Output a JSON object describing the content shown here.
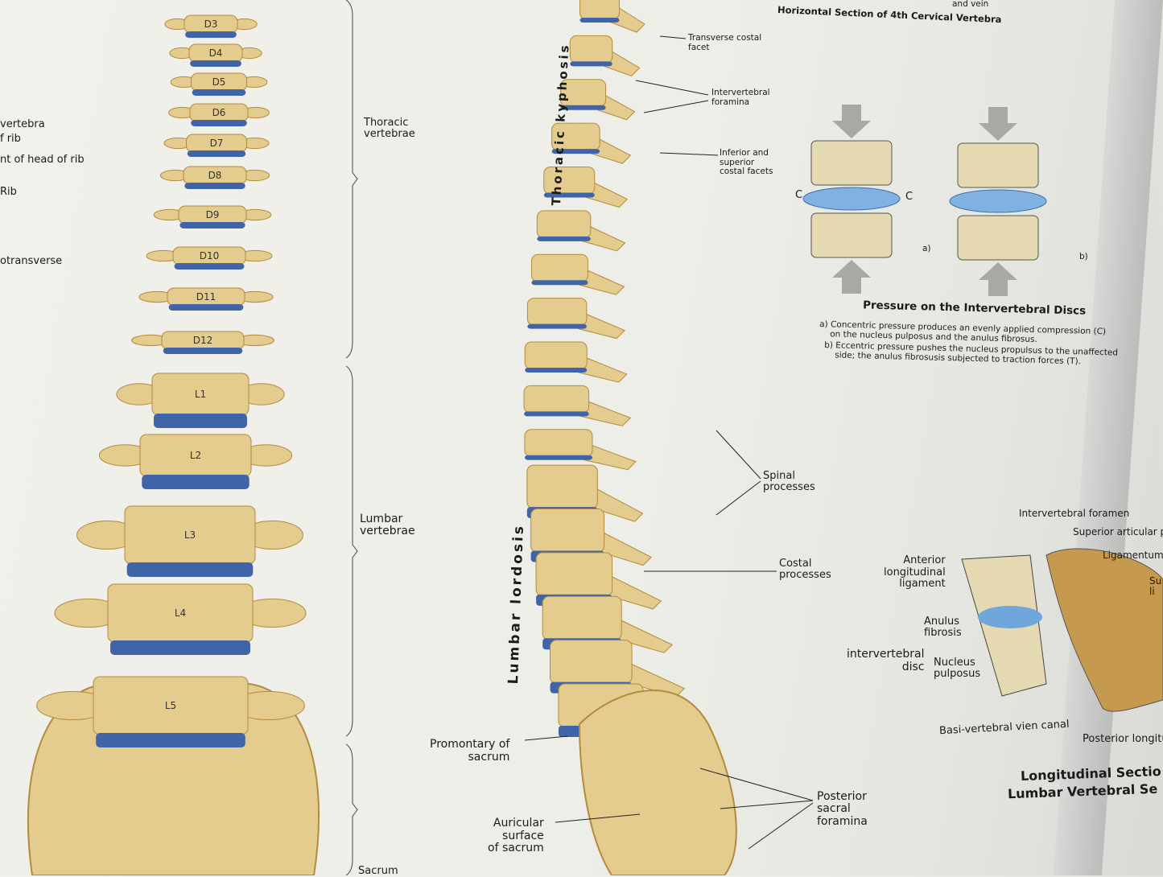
{
  "left_labels": [
    "vertebra",
    "f rib",
    "nt of head of rib",
    "Rib",
    "otransverse"
  ],
  "left_spine": {
    "vertebrae": [
      "D3",
      "D4",
      "D5",
      "D6",
      "D7",
      "D8",
      "D9",
      "D10",
      "D11",
      "D12",
      "L1",
      "L2",
      "L3",
      "L4",
      "L5"
    ]
  },
  "regions": {
    "thoracic": "Thoracic\nvertebrae",
    "lumbar": "Lumbar\nvertebrae",
    "sacrum": "Sacrum"
  },
  "curves": {
    "thoracic": "Thoracic kyphosis",
    "lumbar": "Lumbar lordosis"
  },
  "side_labels": {
    "transverse_costal": "Transverse costal\nfacet",
    "intervertebral_foramina": "Intervertebral\nforamina",
    "costal_facets": "Inferior and\nsuperior\ncostal facets",
    "spinal_processes": "Spinal\nprocesses",
    "costal_processes": "Costal\nprocesses",
    "promontary": "Promontary of\nsacrum",
    "auricular": "Auricular\nsurface\nof sacrum",
    "posterior_sacral": "Posterior\nsacral\nforamina"
  },
  "horizontal_section": {
    "caption_fragment": "and vein",
    "title": "Horizontal Section of 4th Cervical Vertebra"
  },
  "pressure": {
    "title": "Pressure on the Intervertebral Discs",
    "a": "a) Concentric pressure produces an evenly applied compression (C)\n    on the nucleus pulposus and the anulus fibrosus.",
    "b": "b) Eccentric pressure pushes the nucleus propulsus to the unaffected\n    side; the anulus fibrosusis subjected to traction forces (T).",
    "fig_a": "a)",
    "fig_b": "b)",
    "c": "C"
  },
  "longitudinal": {
    "intervertebral_foramen": "Intervertebral foramen",
    "superior_articular": "Superior articular p",
    "ligamentum": "Ligamentum f",
    "su": "Su\nli",
    "anterior": "Anterior\nlongitudinal\nligament",
    "anulus": "Anulus\nfibrosis",
    "disc": "intervertebral\ndisc",
    "nucleus": "Nucleus\npulposus",
    "basi": "Basi-vertebral vien canal",
    "posterior": "Posterior longitu",
    "title1": "Longitudinal Sectio",
    "title2": "Lumbar Vertebral Se"
  },
  "colors": {
    "bone": "#e3cc8e",
    "bone_dark": "#b48a3c",
    "disc": "#3f64a8",
    "paper": "#efeee8",
    "arrow": "#a8a8a4"
  }
}
